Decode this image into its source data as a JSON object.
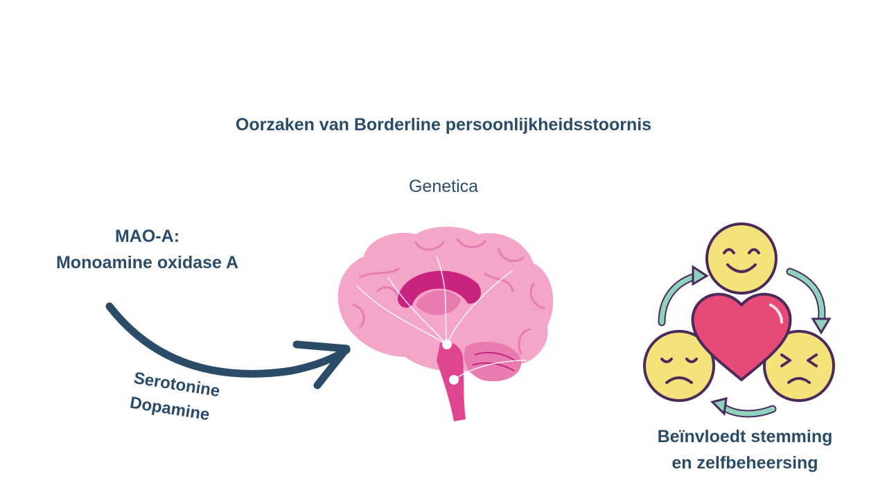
{
  "slide": {
    "title": "Oorzaken van Borderline persoonlijkheidsstoornis",
    "subtitle": "Genetica"
  },
  "gene": {
    "line1": "MAO-A:",
    "line2": "Monoamine oxidase A"
  },
  "neurotransmitters": {
    "line1": "Serotonine",
    "line2": "Dopamine"
  },
  "effect": {
    "line1": "Beïnvloedt stemming",
    "line2": "en zelfbeheersing"
  },
  "colors": {
    "text": "#2b4c68",
    "brain_light": "#f3a6c8",
    "brain_mid": "#e87bb0",
    "brain_dark": "#c8237e",
    "heart": "#e84a77",
    "face": "#f6e27a",
    "face_outline": "#4a2a5a",
    "cycle_arrow": "#8fd3bf"
  },
  "icons": [
    "curved-arrow-icon",
    "brain-icon",
    "emotion-cycle-icon",
    "heart-icon",
    "happy-face-icon",
    "sad-face-icon",
    "angry-face-icon"
  ]
}
